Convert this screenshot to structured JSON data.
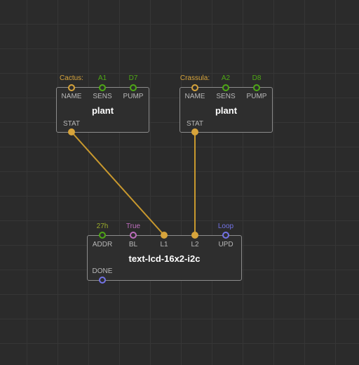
{
  "colors": {
    "string": "#d7a43b",
    "number": "#4ea815",
    "boolean": "#be6ebe",
    "pulse": "#7373e6",
    "link": "#c9992e"
  },
  "nodes": [
    {
      "title": "plant",
      "inputs": [
        {
          "label": "NAME",
          "value": "Cactus:",
          "kind": "string"
        },
        {
          "label": "SENS",
          "value": "A1",
          "kind": "number"
        },
        {
          "label": "PUMP",
          "value": "D7",
          "kind": "number"
        }
      ],
      "outputs": [
        {
          "label": "STAT",
          "kind": "string"
        }
      ]
    },
    {
      "title": "plant",
      "inputs": [
        {
          "label": "NAME",
          "value": "Crassula:",
          "kind": "string"
        },
        {
          "label": "SENS",
          "value": "A2",
          "kind": "number"
        },
        {
          "label": "PUMP",
          "value": "D8",
          "kind": "number"
        }
      ],
      "outputs": [
        {
          "label": "STAT",
          "kind": "string"
        }
      ]
    },
    {
      "title": "text-lcd-16x2-i2c",
      "inputs": [
        {
          "label": "ADDR",
          "value": "27h",
          "kind": "number"
        },
        {
          "label": "BL",
          "value": "True",
          "kind": "boolean"
        },
        {
          "label": "L1",
          "value": "",
          "kind": "string"
        },
        {
          "label": "L2",
          "value": "",
          "kind": "string"
        },
        {
          "label": "UPD",
          "value": "Loop",
          "kind": "pulse"
        }
      ],
      "outputs": [
        {
          "label": "DONE",
          "kind": "pulse"
        }
      ]
    }
  ]
}
